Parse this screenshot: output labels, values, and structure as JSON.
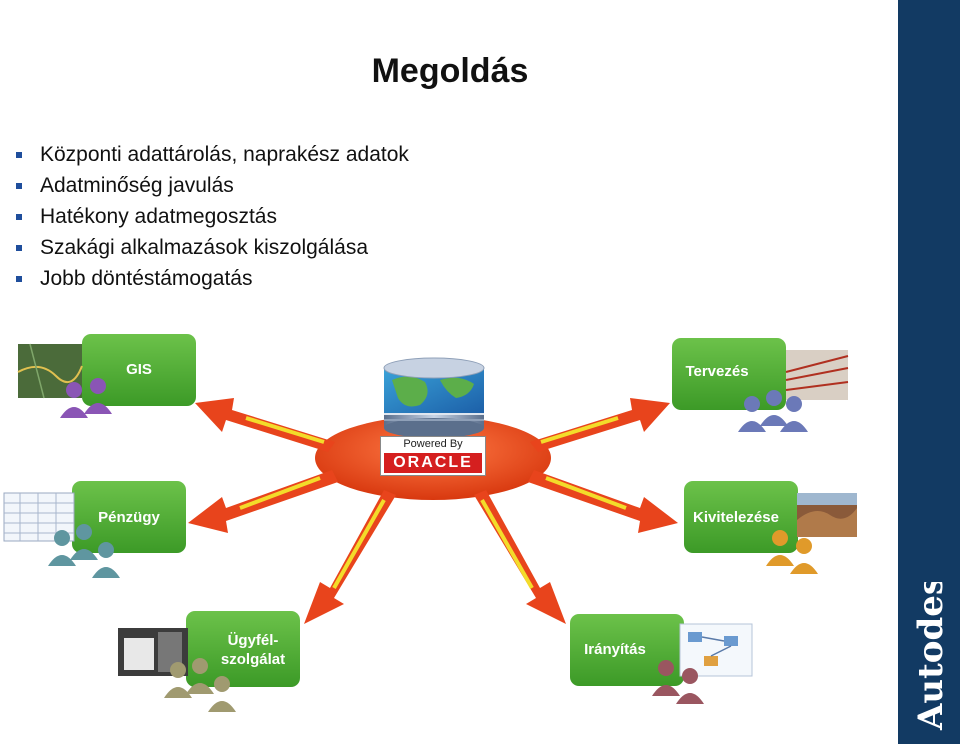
{
  "title": "Megoldás",
  "bullets": [
    "Központi adattárolás, naprakész adatok",
    "Adatminőség javulás",
    "Hatékony adatmegosztás",
    "Szakági alkalmazások kiszolgálása",
    "Jobb döntéstámogatás"
  ],
  "hub": {
    "badge_top": "Powered By",
    "badge_brand": "ORACLE"
  },
  "nodes": {
    "gis": "GIS",
    "tervezes": "Tervezés",
    "penzugy": "Pénzügy",
    "kivitelezes": "Kivitelezése",
    "ugyfel_line1": "Ügyfél-",
    "ugyfel_line2": "szolgálat",
    "iranyitas": "Irányítás"
  },
  "brand": "Autodesk",
  "colors": {
    "green": "#4aa832",
    "arrow": "#e8441c",
    "arrow_core": "#f3dc2a",
    "sidebar": "#123a63"
  }
}
